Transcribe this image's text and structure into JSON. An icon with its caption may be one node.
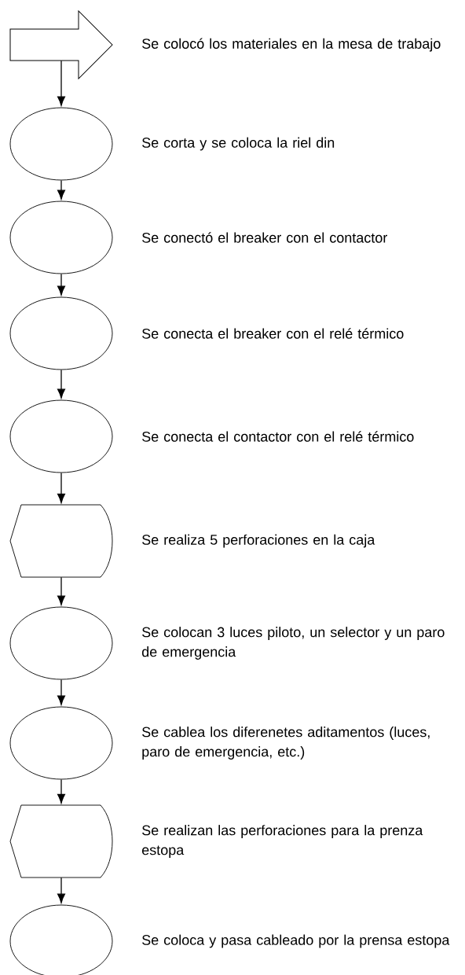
{
  "diagram": {
    "nodes": [
      {
        "text": [],
        "shape": "arrow",
        "beside": [
          "Se colocó los materiales en la mesa de trabajo"
        ]
      },
      {
        "text": [],
        "shape": "ellipse",
        "beside": [
          "Se corta y se coloca la riel din"
        ]
      },
      {
        "text": [],
        "shape": "ellipse",
        "beside": [
          "Se conectó el breaker con el contactor"
        ]
      },
      {
        "text": [],
        "shape": "ellipse",
        "beside": [
          "Se conecta el breaker con el relé térmico"
        ]
      },
      {
        "text": [],
        "shape": "ellipse",
        "beside": [
          "Se conecta el contactor con el relé térmico"
        ]
      },
      {
        "text": [],
        "shape": "display",
        "beside": [
          "Se realiza 5 perforaciones en la caja"
        ]
      },
      {
        "text": [],
        "shape": "ellipse",
        "beside": [
          "Se colocan 3 luces piloto, un selector y un paro de emergencia"
        ]
      },
      {
        "text": [],
        "shape": "ellipse",
        "beside": [
          "Se cablea los diferenetes aditamentos (luces, paro de emergencia, etc.)"
        ]
      },
      {
        "text": [],
        "shape": "display",
        "beside": [
          "Se realizan las perforaciones para la prenza estopa"
        ]
      },
      {
        "text": [],
        "shape": "ellipse",
        "beside": [
          "Se coloca y pasa cableado por la prensa estopa"
        ]
      }
    ],
    "edges": [
      {
        "from": 0,
        "to": 1,
        "arrow": "to"
      },
      {
        "from": 1,
        "to": 2,
        "arrow": "to"
      },
      {
        "from": 2,
        "to": 3,
        "arrow": "to"
      },
      {
        "from": 3,
        "to": 4,
        "arrow": "to"
      },
      {
        "from": 4,
        "to": 5,
        "arrow": "to"
      },
      {
        "from": 5,
        "to": 6,
        "arrow": "to"
      },
      {
        "from": 6,
        "to": 7,
        "arrow": "to"
      },
      {
        "from": 7,
        "to": 8,
        "arrow": "to"
      },
      {
        "from": 8,
        "to": 9,
        "arrow": "to"
      }
    ]
  }
}
